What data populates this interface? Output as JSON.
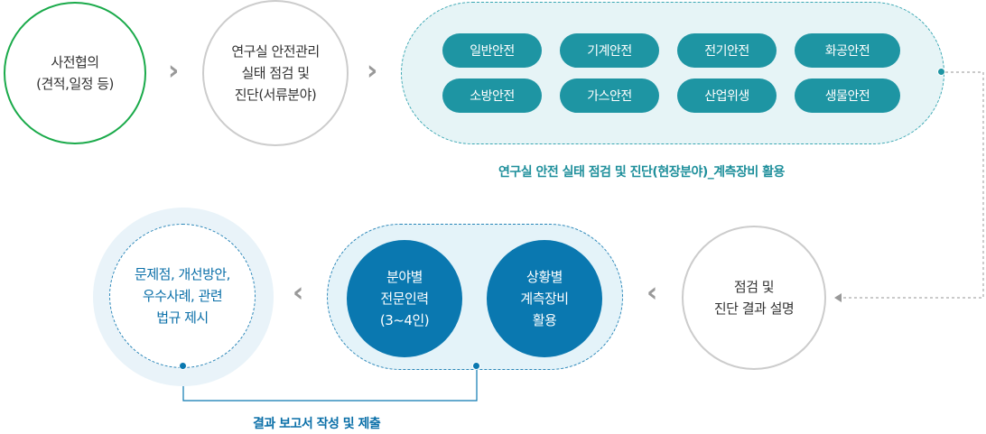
{
  "steps": {
    "pre_consult": "사전협의\n(견적,일정 등)",
    "document_review": "연구실 안전관리\n실태 점검 및\n진단(서류분야)",
    "explain": "점검 및\n진단 결과 설명",
    "report_items": "문제점, 개선방안,\n우수사례, 관련\n법규 제시",
    "experts": "분야별\n전문인력\n(3~4인)",
    "equipment": "상황별\n계측장비\n활용"
  },
  "field_areas": [
    "일반안전",
    "기계안전",
    "전기안전",
    "화공안전",
    "소방안전",
    "가스안전",
    "산업위생",
    "생물안전"
  ],
  "captions": {
    "field": "연구실 안전 실태 점검 및 진단(현장분야)_계측장비 활용",
    "report": "결과 보고서 작성 및 제출"
  },
  "colors": {
    "green": "#1aaa4a",
    "teal": "#1e95a3",
    "blue": "#0a78b0"
  }
}
